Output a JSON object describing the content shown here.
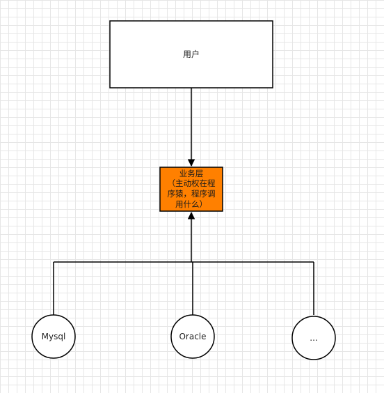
{
  "diagram": {
    "user_box": {
      "label": "用户"
    },
    "business_layer": {
      "title": "业务层",
      "lines": [
        "（主动权在程",
        "序猿，程序调",
        "用什么）"
      ],
      "fill_color": "#ff8000"
    },
    "databases": [
      {
        "label": "Mysql"
      },
      {
        "label": "Oracle"
      },
      {
        "label": "..."
      }
    ],
    "edges": [
      {
        "from": "user",
        "to": "business_layer"
      },
      {
        "from": "Mysql",
        "to": "business_layer"
      },
      {
        "from": "Oracle",
        "to": "business_layer"
      },
      {
        "from": "...",
        "to": "business_layer"
      }
    ]
  }
}
